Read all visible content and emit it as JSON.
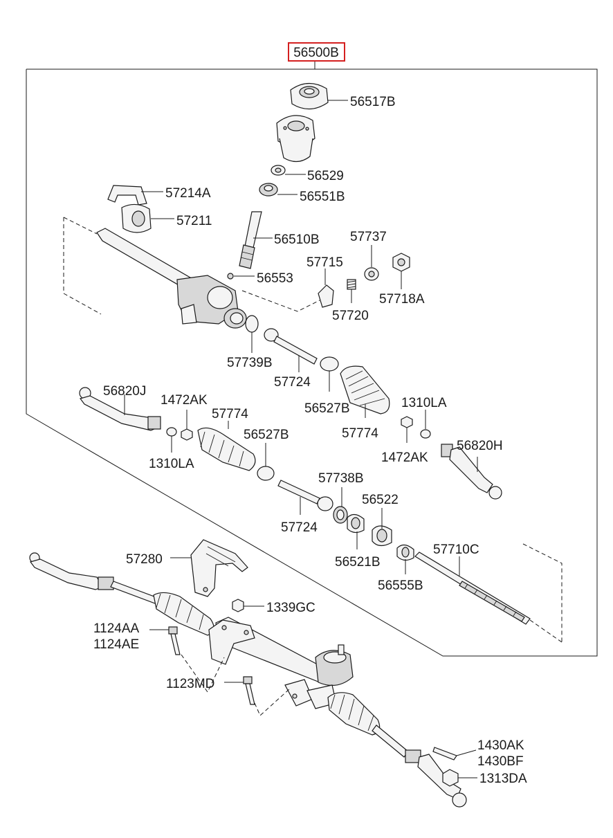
{
  "diagram": {
    "assembly_label": "56500B",
    "highlight_color": "#d42020",
    "line_color": "#1a1a1a",
    "parts": {
      "p56517B": "56517B",
      "p56529": "56529",
      "p56551B": "56551B",
      "p57214A": "57214A",
      "p57211": "57211",
      "p56510B": "56510B",
      "p57737": "57737",
      "p57715": "57715",
      "p56553": "56553",
      "p57718A": "57718A",
      "p57720": "57720",
      "p57739B": "57739B",
      "p57724_upper": "57724",
      "p56820J": "56820J",
      "p1472AK_left": "1472AK",
      "p57774_left": "57774",
      "p56527B_upper": "56527B",
      "p1310LA_right": "1310LA",
      "p56527B_left": "56527B",
      "p57774_right": "57774",
      "p1310LA_left": "1310LA",
      "p1472AK_right": "1472AK",
      "p56820H": "56820H",
      "p57738B": "57738B",
      "p56522": "56522",
      "p57724_lower": "57724",
      "p56521B": "56521B",
      "p57280": "57280",
      "p57710C": "57710C",
      "p56555B": "56555B",
      "p1339GC": "1339GC",
      "p1124AA": "1124AA",
      "p1124AE": "1124AE",
      "p1123MD": "1123MD",
      "p1430AK": "1430AK",
      "p1430BF": "1430BF",
      "p1313DA": "1313DA"
    }
  }
}
